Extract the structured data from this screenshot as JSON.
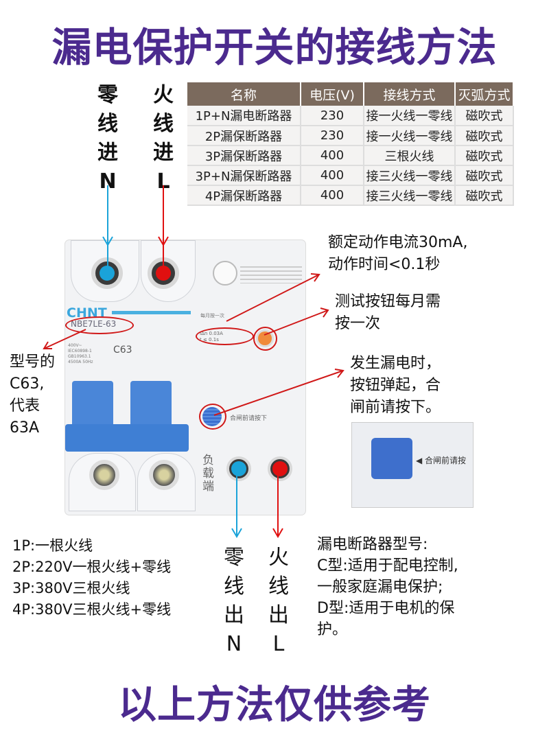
{
  "title": "漏电保护开关的接线方法",
  "footer": "以上方法仅供参考",
  "input_labels": {
    "neutral": [
      "零",
      "线",
      "进",
      "N"
    ],
    "live": [
      "火",
      "线",
      "进",
      "L"
    ]
  },
  "output_labels": {
    "neutral": [
      "零",
      "线",
      "出",
      "N"
    ],
    "live": [
      "火",
      "线",
      "出",
      "L"
    ]
  },
  "table": {
    "headers": [
      "名称",
      "电压(V)",
      "接线方式",
      "灭弧方式"
    ],
    "rows": [
      [
        "1P+N漏电断路器",
        "230",
        "接一火线一零线",
        "磁吹式"
      ],
      [
        "2P漏保断路器",
        "230",
        "接一火线一零线",
        "磁吹式"
      ],
      [
        "3P漏保断路器",
        "400",
        "三根火线",
        "磁吹式"
      ],
      [
        "3P+N漏保断路器",
        "400",
        "接三火线一零线",
        "磁吹式"
      ],
      [
        "4P漏保断路器",
        "400",
        "接三火线一零线",
        "磁吹式"
      ]
    ]
  },
  "breaker": {
    "brand": "CHNT",
    "model": "NBE7LE-63",
    "rating": "C63",
    "specs": [
      "400V~",
      "IEC60898-1",
      "GB10963.1",
      "4500A 50Hz"
    ],
    "trip_spec": [
      "IΔn 0.03A",
      "t ≤ 0.1s"
    ],
    "test_hint": "每月按一次",
    "reset_hint": "合闸前请按下",
    "load_side": "负载端"
  },
  "annotations": {
    "rated_current": [
      "额定动作电流30mA,",
      "动作时间<0.1秒"
    ],
    "test_button": [
      "测试按钮每月需",
      "按一次"
    ],
    "leak_reset": [
      "发生漏电时，",
      "按钮弹起，合",
      "闸前请按下。"
    ],
    "model_note": [
      "型号的",
      "C63,",
      "代表",
      "63A"
    ],
    "inset_label": "合闸前请按"
  },
  "pole_list": [
    "1P:一根火线",
    "2P:220V一根火线+零线",
    "3P:380V三根火线",
    "4P:380V三根火线+零线"
  ],
  "type_note": [
    "漏电断路器型号:",
    "C型:适用于配电控制,",
    "一般家庭漏电保护;",
    "D型:适用于电机的保",
    "护。"
  ],
  "colors": {
    "title": "#4b2a8e",
    "neutral": "#1aa3d9",
    "live": "#e01010",
    "header": "#7b6a5d",
    "annotation": "#d01818"
  }
}
